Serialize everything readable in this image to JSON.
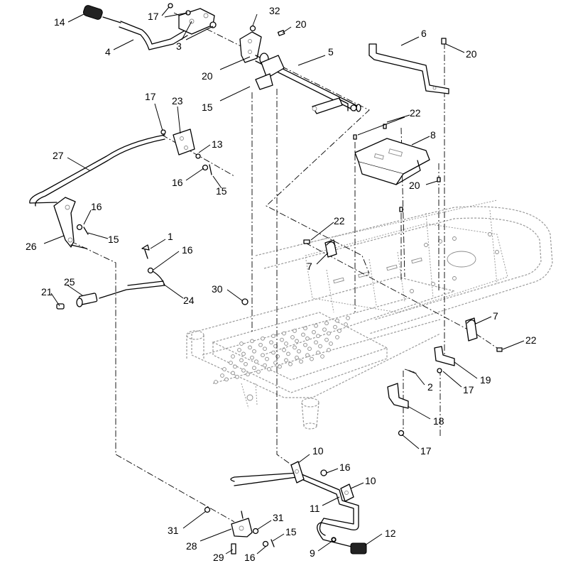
{
  "callouts": [
    {
      "id": "c14",
      "text": "14"
    },
    {
      "id": "c17a",
      "text": "17"
    },
    {
      "id": "c32",
      "text": "32"
    },
    {
      "id": "c20a",
      "text": "20"
    },
    {
      "id": "c4",
      "text": "4"
    },
    {
      "id": "c3",
      "text": "3"
    },
    {
      "id": "c6",
      "text": "6"
    },
    {
      "id": "c20b",
      "text": "20"
    },
    {
      "id": "c5",
      "text": "5"
    },
    {
      "id": "c20c",
      "text": "20"
    },
    {
      "id": "c15a",
      "text": "15"
    },
    {
      "id": "c17b",
      "text": "17"
    },
    {
      "id": "c23",
      "text": "23"
    },
    {
      "id": "c22a",
      "text": "22"
    },
    {
      "id": "c8",
      "text": "8"
    },
    {
      "id": "c27",
      "text": "27"
    },
    {
      "id": "c13",
      "text": "13"
    },
    {
      "id": "c16a",
      "text": "16"
    },
    {
      "id": "c15b",
      "text": "15"
    },
    {
      "id": "c20d",
      "text": "20"
    },
    {
      "id": "c16b",
      "text": "16"
    },
    {
      "id": "c22b",
      "text": "22"
    },
    {
      "id": "c15c",
      "text": "15"
    },
    {
      "id": "c26",
      "text": "26"
    },
    {
      "id": "c7a",
      "text": "7"
    },
    {
      "id": "c1",
      "text": "1"
    },
    {
      "id": "c16c",
      "text": "16"
    },
    {
      "id": "c25",
      "text": "25"
    },
    {
      "id": "c21",
      "text": "21"
    },
    {
      "id": "c24",
      "text": "24"
    },
    {
      "id": "c30",
      "text": "30"
    },
    {
      "id": "c7b",
      "text": "7"
    },
    {
      "id": "c22c",
      "text": "22"
    },
    {
      "id": "c19",
      "text": "19"
    },
    {
      "id": "c17c",
      "text": "17"
    },
    {
      "id": "c2",
      "text": "2"
    },
    {
      "id": "c18",
      "text": "18"
    },
    {
      "id": "c17d",
      "text": "17"
    },
    {
      "id": "c10a",
      "text": "10"
    },
    {
      "id": "c16d",
      "text": "16"
    },
    {
      "id": "c10b",
      "text": "10"
    },
    {
      "id": "c11",
      "text": "11"
    },
    {
      "id": "c31a",
      "text": "31"
    },
    {
      "id": "c31b",
      "text": "31"
    },
    {
      "id": "c15d",
      "text": "15"
    },
    {
      "id": "c28",
      "text": "28"
    },
    {
      "id": "c12",
      "text": "12"
    },
    {
      "id": "c29",
      "text": "29"
    },
    {
      "id": "c16e",
      "text": "16"
    },
    {
      "id": "c9",
      "text": "9"
    }
  ]
}
